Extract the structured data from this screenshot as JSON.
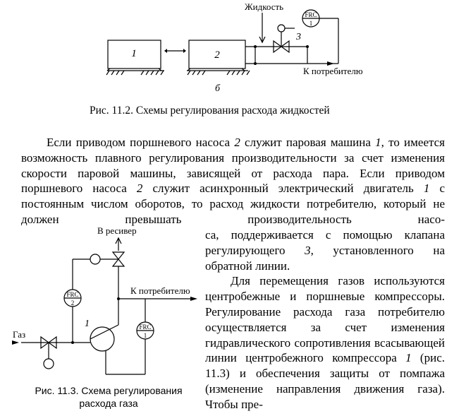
{
  "fig_top": {
    "label_liquid": "Жидкость",
    "label_consumer": "К потребителю",
    "frc_tag": "FRC",
    "frc_num": "1",
    "machine_1": "1",
    "machine_2": "2",
    "valve_num": "3",
    "sub_letter": "б",
    "caption": "Рис. 11.2. Схемы регулирования расхода жидкостей"
  },
  "paragraph1": {
    "s1": "Если приводом поршневого насоса ",
    "n1": "2",
    "s2": " служит паровая машина ",
    "n2": "1",
    "s3": ", то имеется возможность плавного регулирования производительности за счет изменения скорости паровой машины, зависящей от расхода пара. Если приводом поршневого насоса ",
    "n3": "2",
    "s4": " служит асинхронный электрический двигатель ",
    "n4": "1",
    "s5": " с постоянным числом оборотов, то расход жидкости потребителю, который не должен превышать производительность насо-"
  },
  "side_text": {
    "l1a": "са, поддерживается с помощью клапана регулирующего ",
    "l1n": "3",
    "l1b": ", установленного на обратной линии.",
    "p2a": "Для перемещения газов используются центробежные и поршневые компрессоры. Регулирование расхода газа потребителю осуществляется за счет изменения гидравлического сопротивления всасывающей линии центробежного компрессора ",
    "p2n": "1",
    "p2b": " (рис. 11.3) и обеспечения защиты от помпажа (изменение направления движения газа). Чтобы пре-"
  },
  "fig_left": {
    "label_receiver": "В ресивер",
    "label_consumer": "К потребителю",
    "label_gas": "Газ",
    "frc_tag": "FRC",
    "frc2_num": "2",
    "frc1_num": "1",
    "compressor_num": "1",
    "caption_line1": "Рис. 11.3. Схема регулирования",
    "caption_line2": "расхода газа"
  }
}
